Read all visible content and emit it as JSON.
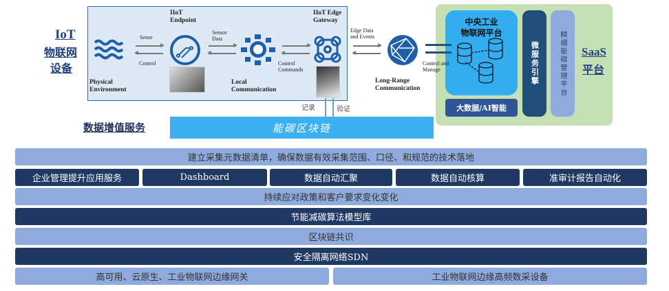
{
  "left_labels": {
    "iot_title": "IoT",
    "iot_sub1": "物联网",
    "iot_sub2": "设备",
    "data_services": "数据增值服务"
  },
  "iot": {
    "physical_environment": [
      "Physical",
      "Environment"
    ],
    "sense": "Sense",
    "control": "Control",
    "endpoint": [
      "IIoT",
      "Endpoint"
    ],
    "sensor_data": [
      "Sensor",
      "Data"
    ],
    "local_comm": [
      "Local",
      "Communication"
    ],
    "control_commands": [
      "Control",
      "Commands"
    ],
    "gateway": [
      "IIoT Edge",
      "Gateway"
    ],
    "edge_data": [
      "Edge Data",
      "and Events"
    ],
    "long_range": [
      "Long-Range",
      "Communication"
    ],
    "control_manage": [
      "Control and",
      "Manage"
    ],
    "record": "记录",
    "verify": "验证"
  },
  "blockchain": "能碳区块链",
  "saas": {
    "central_platform": [
      "中央工业",
      "物联网平台"
    ],
    "bigdata_ai": "大数据/AI智能",
    "microservice": "微服务引擎",
    "fine_carbon": "精细能碳管理平台",
    "title": [
      "SaaS",
      "平台"
    ]
  },
  "layers": {
    "row1": "建立采集元数据清单，确保数据有效采集范围、口径、和规范的技术落地",
    "row2": [
      "企业管理提升应用服务",
      "Dashboard",
      "数据自动汇聚",
      "数据自动核算",
      "准审计报告自动化"
    ],
    "row3": "持续应对政策和客户要求变化变化",
    "row4": "节能减碳算法模型库",
    "row5": "区块链共识",
    "row6": "安全隔离网络SDN",
    "row7": [
      "高可用、云原生、工业物联网边缘网关",
      "工业物联网边缘高频数采设备"
    ]
  },
  "colors": {
    "light": "#8faadc",
    "dark": "#203864",
    "blockchain": "#3ab0f0",
    "saas_bg": "#c5e0b4"
  }
}
